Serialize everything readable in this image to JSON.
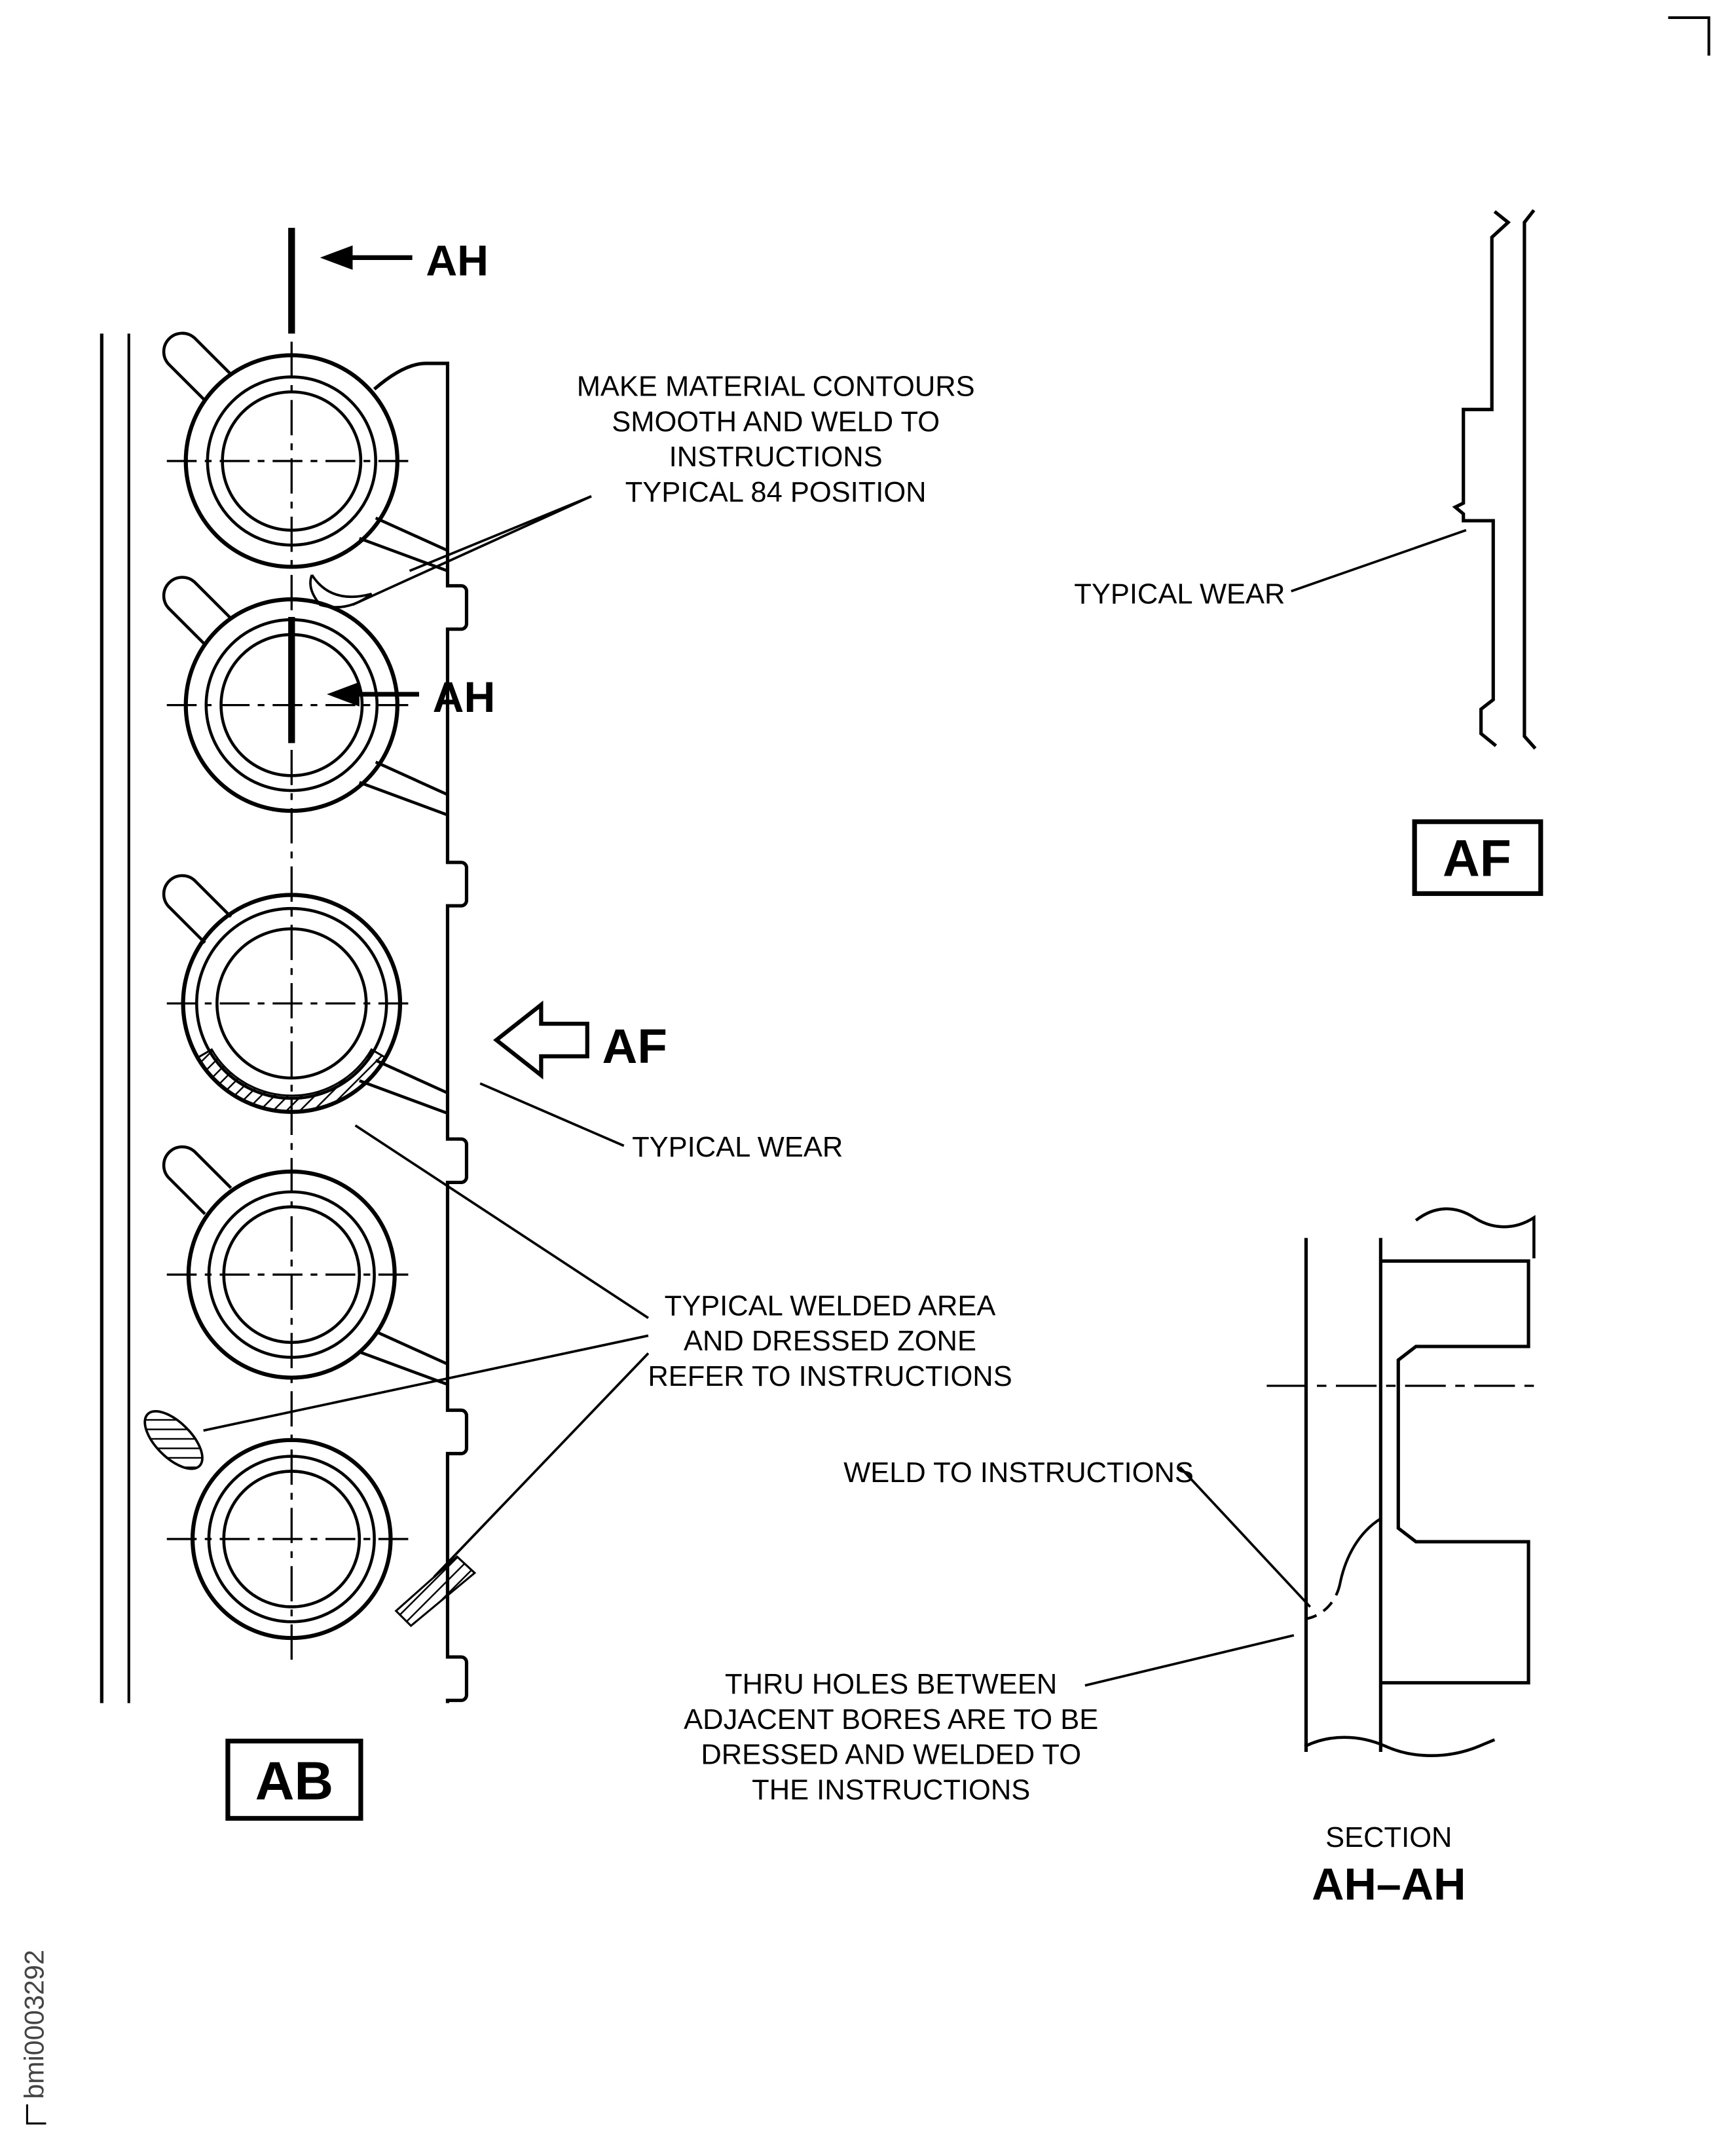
{
  "colors": {
    "line": "#000000",
    "background": "#ffffff"
  },
  "figure_id": "bmi0003292",
  "callouts": {
    "ah_top": "AH",
    "ah_mid": "AH",
    "af_pointer": "AF",
    "contours_note": [
      "MAKE MATERIAL CONTOURS",
      "SMOOTH AND WELD TO",
      "INSTRUCTIONS",
      "TYPICAL 84 POSITION"
    ],
    "typical_wear_left": "TYPICAL WEAR",
    "typical_wear_right": "TYPICAL WEAR",
    "welded_area_note": [
      "TYPICAL WELDED AREA",
      "AND DRESSED ZONE",
      "REFER TO INSTRUCTIONS"
    ],
    "weld_note": "WELD TO INSTRUCTIONS",
    "thru_holes_note": [
      "THRU HOLES BETWEEN",
      "ADJACENT BORES ARE TO BE",
      "DRESSED AND WELDED TO",
      "THE INSTRUCTIONS"
    ]
  },
  "view_labels": {
    "ab": "AB",
    "af": "AF"
  },
  "section": {
    "title": "SECTION",
    "name": "AH–AH"
  }
}
